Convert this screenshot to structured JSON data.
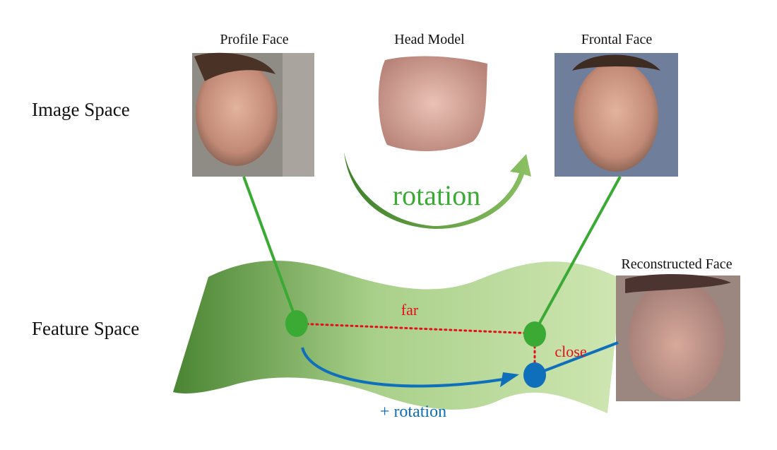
{
  "labels": {
    "profile_face": "Profile Face",
    "head_model": "Head Model",
    "frontal_face": "Frontal Face",
    "reconstructed_face": "Reconstructed Face",
    "image_space": "Image Space",
    "feature_space": "Feature Space",
    "rotation": "rotation",
    "far": "far",
    "close": "close",
    "plus_rotation": "+ rotation"
  },
  "colors": {
    "green": "#3aaa35",
    "red": "#e3101a",
    "blue": "#0f6fba",
    "manifold_dark": "#4e8a36",
    "manifold_light": "#c9e2a8"
  }
}
